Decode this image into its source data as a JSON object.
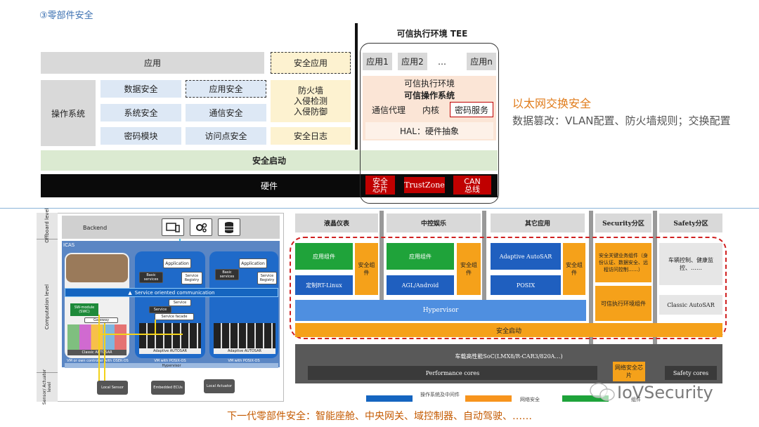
{
  "section_title": "③零部件安全",
  "top": {
    "app_layer": "应用",
    "security_app": "安全应用",
    "os_label": "操作系统",
    "os_cells": [
      "数据安全",
      "应用安全",
      "系统安全",
      "通信安全",
      "密码模块",
      "访问点安全"
    ],
    "firewall": "防火墙\n入侵检测\n入侵防御",
    "security_log": "安全日志",
    "secure_boot": "安全启动",
    "hardware": "硬件",
    "tee": {
      "title": "可信执行环境 TEE",
      "apps": [
        "应用1",
        "应用2",
        "…",
        "应用n"
      ],
      "env": "可信执行环境",
      "os_title": "可信操作系统",
      "items": [
        "通信代理",
        "内核",
        "密码服务"
      ],
      "hal": "HAL：硬件抽象",
      "chips": [
        "安全\n芯片",
        "TrustZone",
        "CAN\n总线"
      ]
    },
    "ethernet": {
      "title": "以太网交换安全",
      "body": "数据篡改：VLAN配置、防火墙规则；交换配置"
    }
  },
  "left_arch": {
    "levels": [
      "Offboard level",
      "Computation level",
      "Sensor/ Actuator level"
    ],
    "backend": "Backend",
    "backend_icons": [
      "display-icon",
      "gear-icon",
      "database-icon"
    ],
    "icas": "ICAS",
    "application": "Application",
    "basic_services": "Basic services",
    "service_registry": "Service Registry",
    "soc": "Service oriented communication",
    "service": "Service",
    "service_facade": "Service facade",
    "sw_module": "SW-module (SWC)",
    "gateway": "Gateway",
    "classic_autosar": "Classic AUTOSAR",
    "adaptive_autosar": "Adaptive AUTOSAR",
    "vm_labels": [
      "VM or own controller with OSEK-OS",
      "VM with POSIX-OS",
      "VM with POSIX-OS"
    ],
    "hypervisor": "Hypervisor",
    "sensors": [
      "Local Sensor",
      "Embedded ECUs",
      "Local Actuator"
    ]
  },
  "right_arch": {
    "headers": [
      "液晶仪表",
      "中控娱乐",
      "其它应用",
      "Security分区",
      "Safety分区"
    ],
    "app_component": "应用组件",
    "safety_component": "安全组件",
    "rt_linux": "定制RT-Linux",
    "agl": "AGL/Android",
    "adaptive": "Adaptive AutoSAR",
    "posix": "POSIX",
    "security_partition": "安全关键业务组件（身份认证、数据安全、远程访问控制……）",
    "tee_component": "可信执行环境组件",
    "safety_partition": "车辆控制、健康监控、……",
    "classic": "Classic AutoSAR",
    "hypervisor": "Hypervisor",
    "secure_boot": "安全启动",
    "soc": "车载高性能SoC(LMX8/R-CAR3/820A…)",
    "performance_cores": "Performance cores",
    "network_chip": "网络安全芯片",
    "safety_cores": "Safety cores",
    "legend": [
      {
        "color": "#1565c0",
        "label": "操作系统及中间件"
      },
      {
        "color": "#f7941d",
        "label": "网络安全"
      },
      {
        "color": "#1ea33a",
        "label": "组件"
      }
    ]
  },
  "watermark": "IoVSecurity",
  "caption": "下一代零部件安全：智能座舱、中央网关、域控制器、自动驾驶、……"
}
